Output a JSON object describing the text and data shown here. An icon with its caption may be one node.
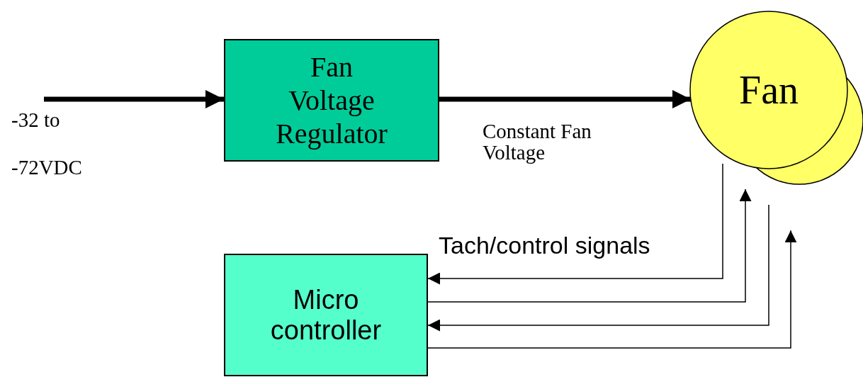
{
  "diagram": {
    "nodes": [
      {
        "text": [
          "Fan Voltage Regulator"
        ]
      },
      {
        "text": [
          "Fan"
        ]
      },
      {
        "text": [
          "Micro controller"
        ]
      }
    ],
    "edges": [
      {
        "from": null,
        "to": 0,
        "arrow": "to",
        "style": "thick"
      },
      {
        "from": 0,
        "to": 1,
        "arrow": "to",
        "style": "thick",
        "label": "Constant Fan Voltage"
      },
      {
        "from": 1,
        "to": 2,
        "arrow": "to"
      },
      {
        "from": 2,
        "to": 1,
        "arrow": "to"
      },
      {
        "from": 1,
        "to": 2,
        "arrow": "to"
      },
      {
        "from": 2,
        "to": 1,
        "arrow": "to"
      }
    ],
    "labels": [
      "-32 to",
      "-72VDC",
      "Tach/control signals"
    ]
  }
}
